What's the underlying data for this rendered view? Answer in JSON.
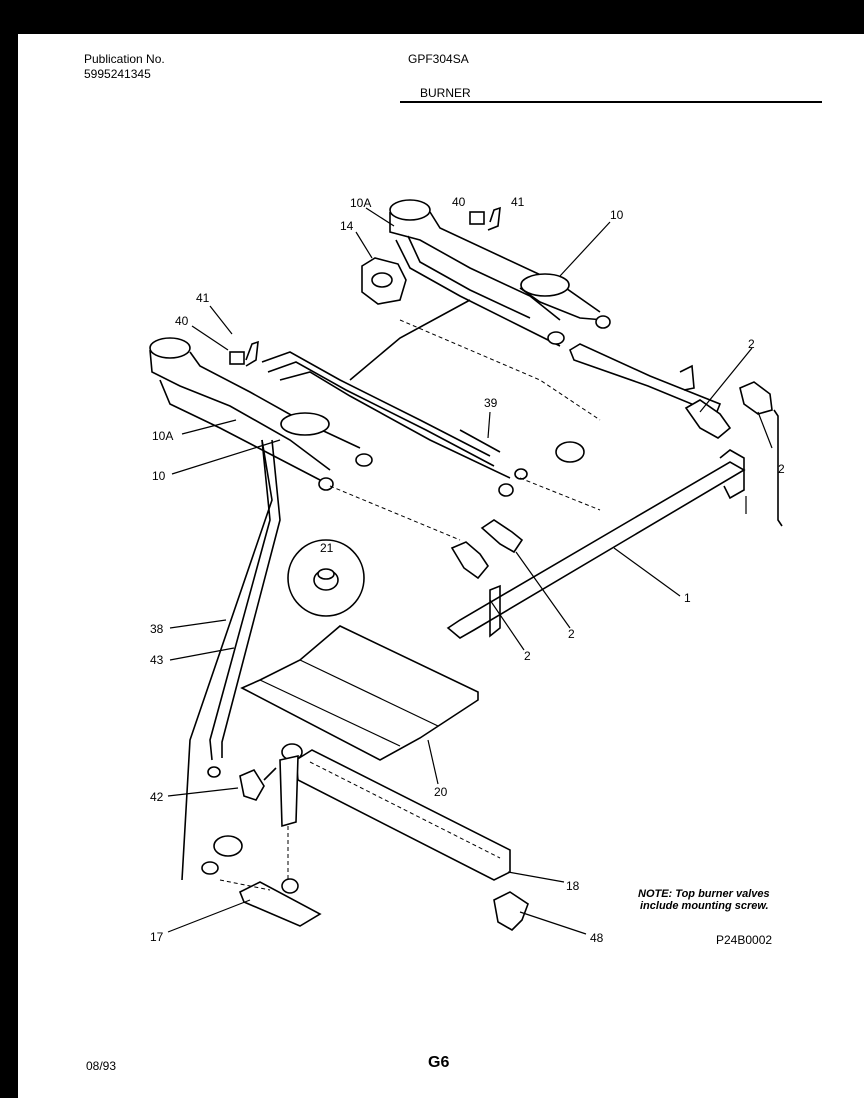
{
  "header": {
    "publication_label": "Publication No.",
    "publication_number": "5995241345",
    "model": "GPF304SA",
    "section": "BURNER"
  },
  "callouts": {
    "c10A_top": "10A",
    "c40_top": "40",
    "c41_top": "41",
    "c10_top": "10",
    "c14": "14",
    "c41_left": "41",
    "c40_left": "40",
    "c2_a": "2",
    "c39": "39",
    "c10A_left": "10A",
    "c2_b": "2",
    "c10_left": "10",
    "c21": "21",
    "c1": "1",
    "c38": "38",
    "c2_c": "2",
    "c2_d": "2",
    "c43": "43",
    "c42": "42",
    "c20": "20",
    "c18": "18",
    "c17": "17",
    "c48": "48"
  },
  "note": {
    "line1": "NOTE: Top burner valves",
    "line2": "include mounting screw."
  },
  "diagram_code": "P24B0002",
  "footer": {
    "date": "08/93",
    "page": "G6"
  }
}
